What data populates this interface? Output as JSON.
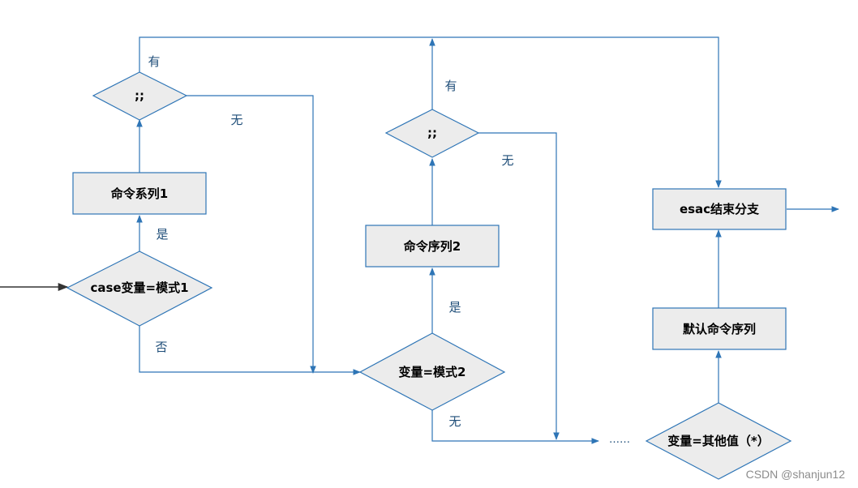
{
  "colors": {
    "edge": "#2e75b6",
    "node_fill": "#ececec",
    "entry_arrow": "#333333",
    "edge_label": "#1f4e79"
  },
  "nodes": {
    "case_pattern1": "case变量=模式1",
    "commands1": "命令系列1",
    "semicolons1": ";;",
    "pattern2": "变量=模式2",
    "commands2": "命令序列2",
    "semicolons2": ";;",
    "ellipsis": "……",
    "default_pattern": "变量=其他值（*）",
    "default_commands": "默认命令序列",
    "esac": "esac结束分支"
  },
  "edge_labels": {
    "yes1": "是",
    "no1": "否",
    "has1": "有",
    "none1": "无",
    "yes2": "是",
    "no2": "无",
    "has2": "有",
    "none2": "无"
  },
  "watermark": "CSDN @shanjun12"
}
